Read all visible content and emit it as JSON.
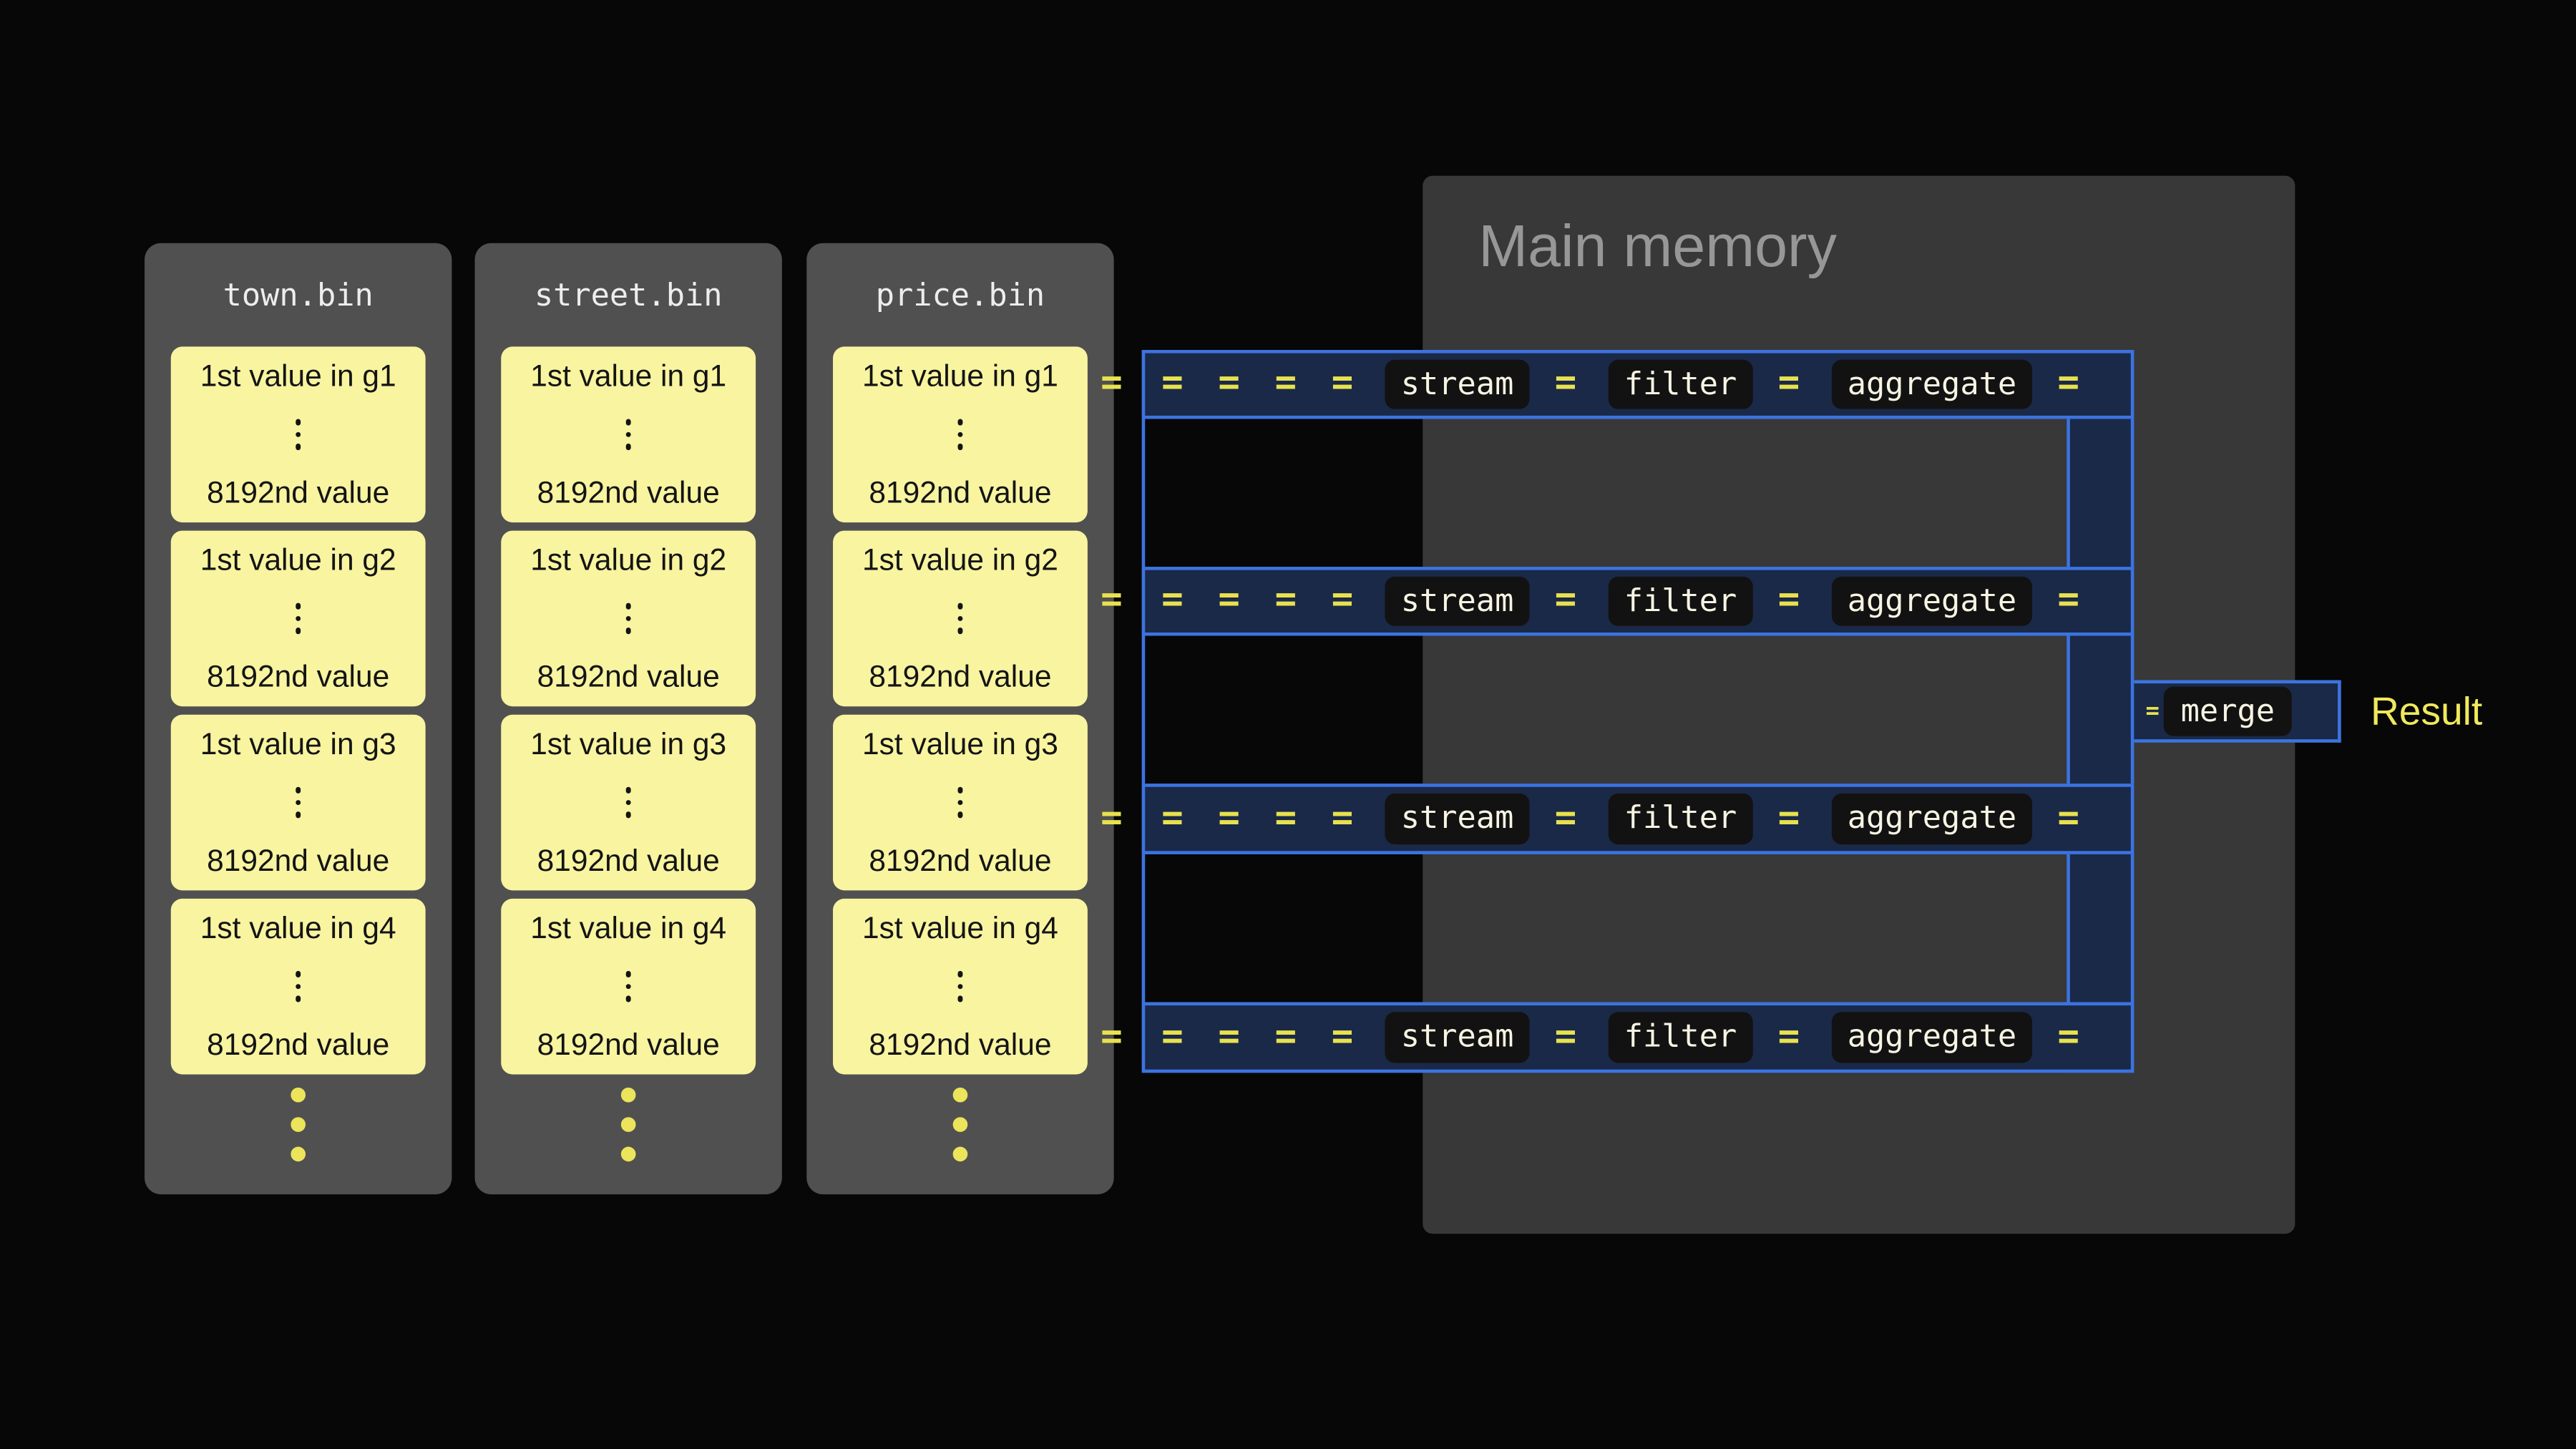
{
  "colors": {
    "background": "#070707",
    "file_panel": "#505050",
    "memory_panel": "#383838",
    "group_box": "#f8f4a0",
    "accent_yellow": "#ece45a",
    "stream_border": "#3c73e0",
    "stream_fill": "#1a2947",
    "badge_bg": "#121212",
    "badge_text": "#f7f4e3"
  },
  "files": [
    {
      "title": "town.bin",
      "groups": [
        {
          "first": "1st value in g1",
          "last": "8192nd value"
        },
        {
          "first": "1st value in g2",
          "last": "8192nd value"
        },
        {
          "first": "1st value in g3",
          "last": "8192nd value"
        },
        {
          "first": "1st value in g4",
          "last": "8192nd value"
        }
      ]
    },
    {
      "title": "street.bin",
      "groups": [
        {
          "first": "1st value in g1",
          "last": "8192nd value"
        },
        {
          "first": "1st value in g2",
          "last": "8192nd value"
        },
        {
          "first": "1st value in g3",
          "last": "8192nd value"
        },
        {
          "first": "1st value in g4",
          "last": "8192nd value"
        }
      ]
    },
    {
      "title": "price.bin",
      "groups": [
        {
          "first": "1st value in g1",
          "last": "8192nd value"
        },
        {
          "first": "1st value in g2",
          "last": "8192nd value"
        },
        {
          "first": "1st value in g3",
          "last": "8192nd value"
        },
        {
          "first": "1st value in g4",
          "last": "8192nd value"
        }
      ]
    }
  ],
  "memory": {
    "title": "Main memory"
  },
  "streams": [
    {
      "labels": [
        "stream",
        "filter",
        "aggregate"
      ]
    },
    {
      "labels": [
        "stream",
        "filter",
        "aggregate"
      ]
    },
    {
      "labels": [
        "stream",
        "filter",
        "aggregate"
      ]
    },
    {
      "labels": [
        "stream",
        "filter",
        "aggregate"
      ]
    }
  ],
  "pipeline": {
    "dashes": {
      "outside": "=",
      "lead": "= = = =",
      "mid": "=",
      "tail": "="
    },
    "merge_label": "merge",
    "result_label": "Result"
  }
}
